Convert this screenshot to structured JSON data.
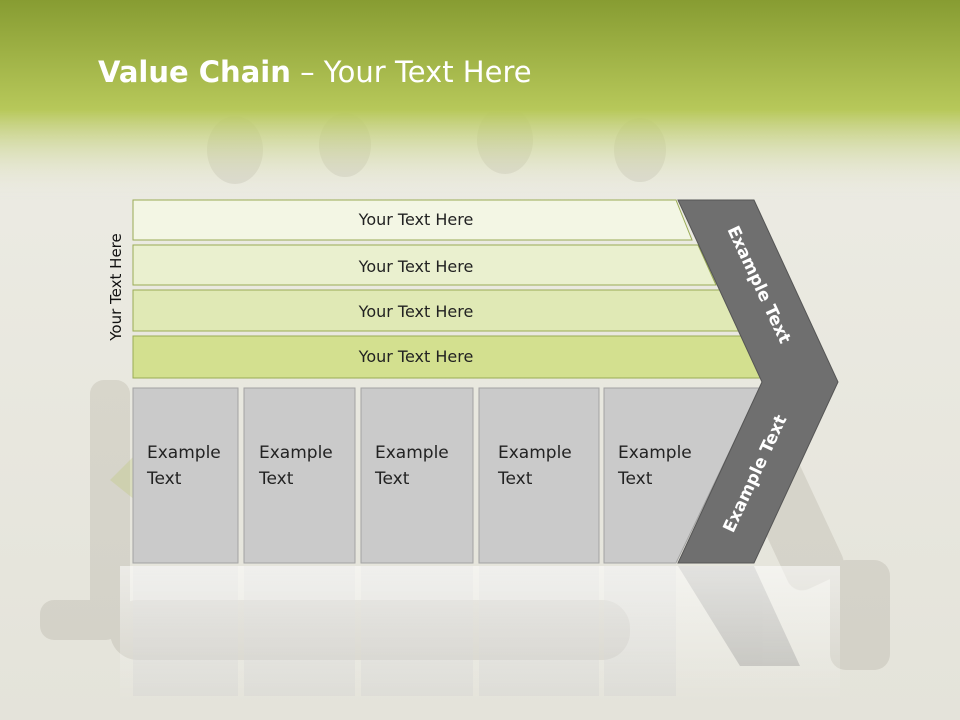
{
  "slide": {
    "title_bold": "Value Chain",
    "title_rest": " – Your Text Here"
  },
  "side_label": "Your Text Here",
  "support_activities": [
    {
      "label": "Your Text Here"
    },
    {
      "label": "Your Text Here"
    },
    {
      "label": "Your Text Here"
    },
    {
      "label": "Your Text Here"
    }
  ],
  "primary_activities": [
    {
      "line1": "Example",
      "line2": "Text"
    },
    {
      "line1": "Example",
      "line2": "Text"
    },
    {
      "line1": "Example",
      "line2": "Text"
    },
    {
      "line1": "Example",
      "line2": "Text"
    },
    {
      "line1": "Example",
      "line2": "Text"
    }
  ],
  "margin": {
    "upper": "Example Text",
    "lower": "Example Text"
  },
  "colors": {
    "header_green": "#9bb53a",
    "row_greens": [
      "#f3f6e4",
      "#eaf0cf",
      "#e0e9b5",
      "#d3e08f"
    ],
    "box_gray": "#cacaca",
    "margin_gray": "#6f6f6f"
  }
}
